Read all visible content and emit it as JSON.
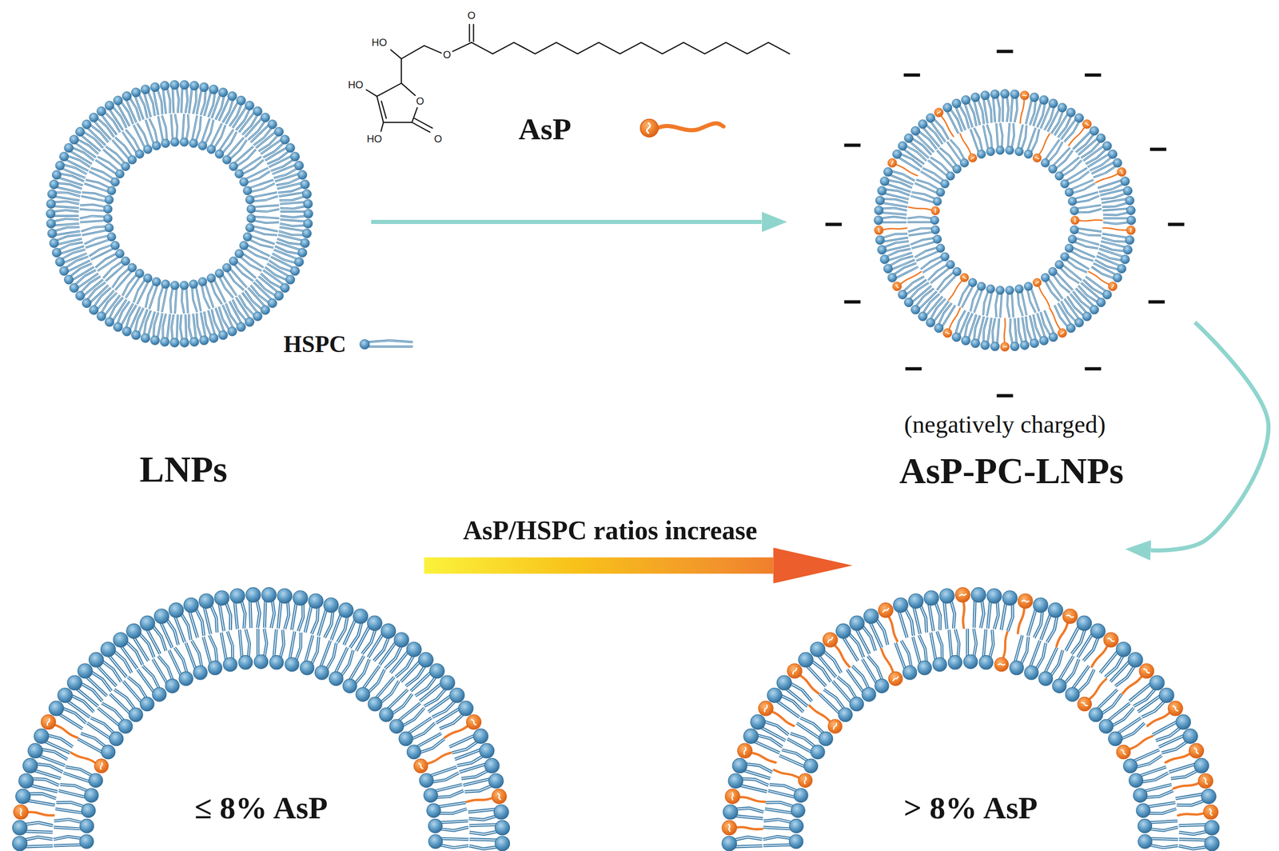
{
  "diagram": {
    "nodes": [
      {
        "text": [
          "LNPs"
        ]
      },
      {
        "text": [
          "(negatively charged)",
          "AsP-PC-LNPs"
        ]
      },
      {
        "text": [
          "≤ 8% AsP"
        ]
      },
      {
        "text": [
          "> 8% AsP"
        ]
      }
    ],
    "edges": [
      {
        "from": 0,
        "to": 1,
        "arrow": "to"
      },
      {
        "from": 1,
        "to": 3,
        "arrow": "to"
      },
      {
        "from": 2,
        "to": 3,
        "arrow": "to",
        "label": "AsP/HSPC ratios increase"
      }
    ],
    "labels": [
      "O",
      "HO",
      "O",
      "HO",
      "O",
      "HO",
      "O",
      "AsP",
      "HSPC"
    ]
  }
}
